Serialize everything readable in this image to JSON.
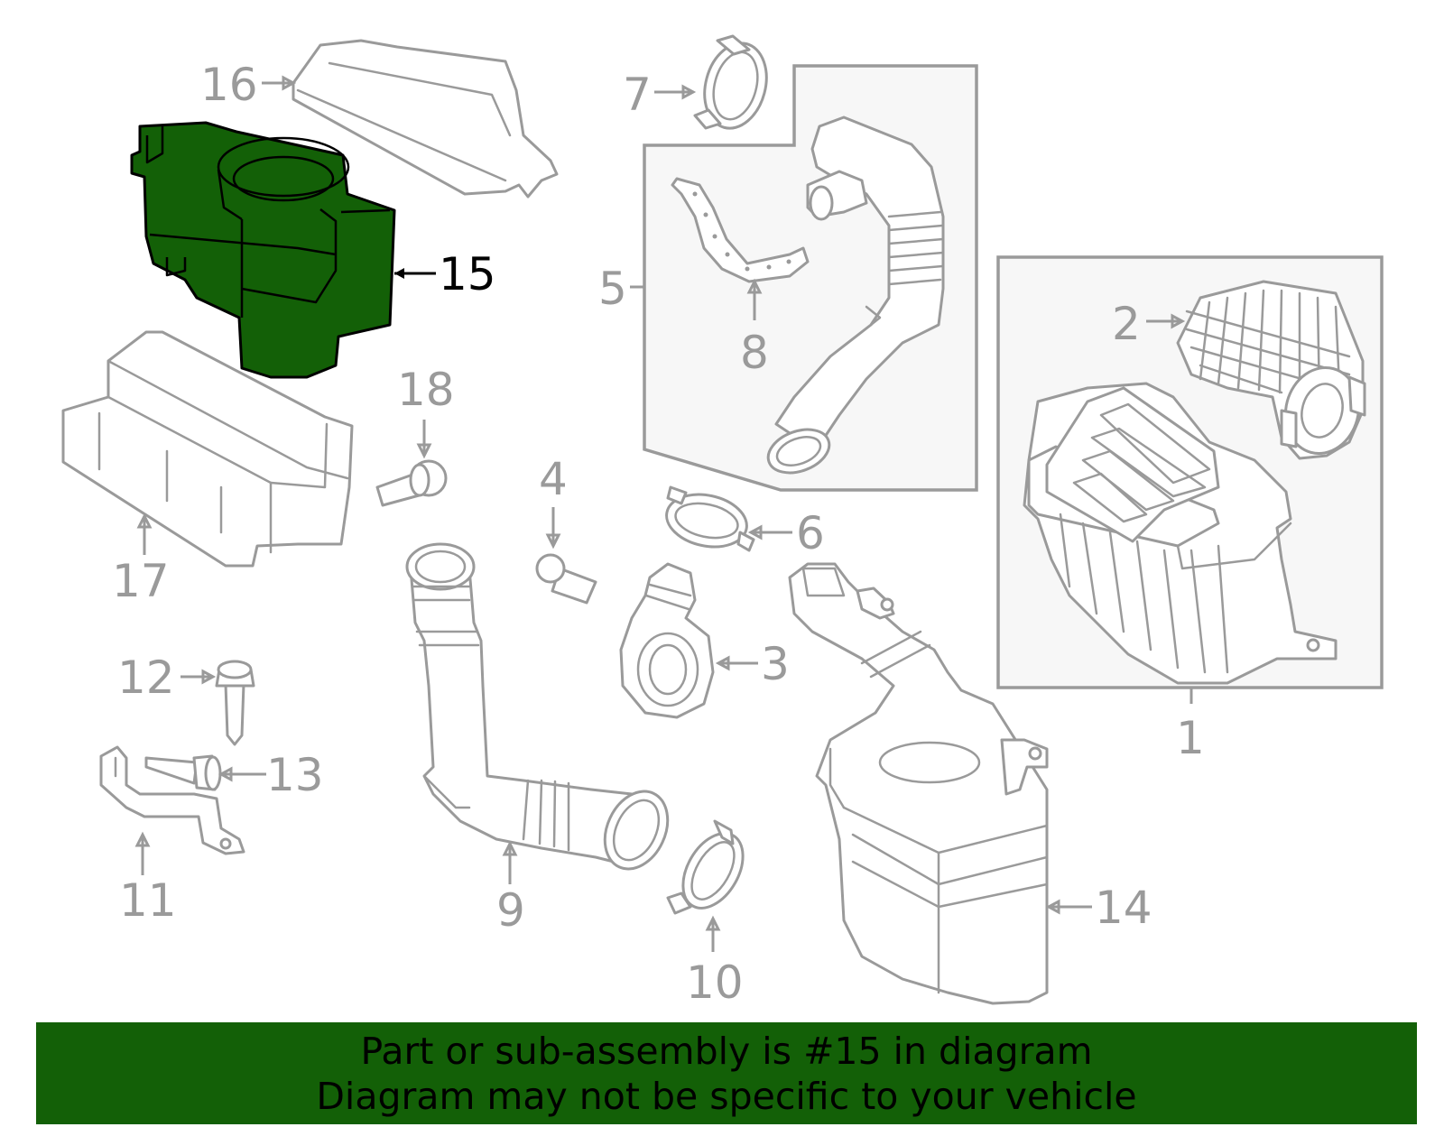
{
  "diagram": {
    "highlighted_part": "15",
    "highlight_color": "#136007",
    "line_color": "#9a9a9a",
    "callouts": {
      "c1": "1",
      "c2": "2",
      "c3": "3",
      "c4": "4",
      "c5": "5",
      "c6": "6",
      "c7": "7",
      "c8": "8",
      "c9": "9",
      "c10": "10",
      "c11": "11",
      "c12": "12",
      "c13": "13",
      "c14": "14",
      "c15": "15",
      "c16": "16",
      "c17": "17",
      "c18": "18"
    }
  },
  "banner": {
    "line1": "Part or sub-assembly is #15 in diagram",
    "line2": "Diagram may not be specific to your vehicle",
    "background": "#136007"
  }
}
